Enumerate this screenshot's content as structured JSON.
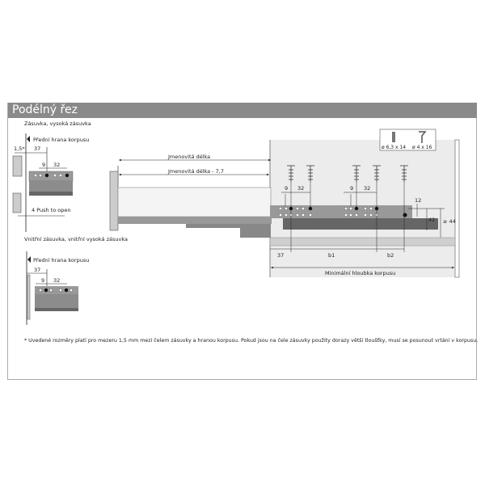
{
  "title": "Podélný řez",
  "section1": {
    "title": "Zásuvka, vysoká zásuvka",
    "front_edge": "Přední hrana korpusu",
    "gap": "1,5*",
    "d37": "37",
    "d9": "9",
    "d32": "32",
    "push": "4 Push to open"
  },
  "section2": {
    "title": "Vnitřní zásuvka, vnitřní vysoká zásuvka",
    "front_edge": "Přední hrana korpusu",
    "d37": "37",
    "d9": "9",
    "d32": "32"
  },
  "main": {
    "nominal": "Jmenovitá délka",
    "nominal_minus": "Jmenovitá délka - 7,7",
    "screw1": "ø 6,3 x 14",
    "screw2": "ø 4 x 16",
    "d9a": "9",
    "d32a": "32",
    "d9b": "9",
    "d32b": "32",
    "d12": "12",
    "d42": "42",
    "d44": "≥ 44",
    "d37": "37",
    "b1": "b1",
    "b2": "b2",
    "min_depth": "Minimální hloubka korpusu"
  },
  "footnote": "* Uvedené rozměry platí pro mezeru 1,5 mm mezi čelem zásuvky a hranou korpusu. Pokud  jsou na čele zásuvky použity dorazy větší tloušťky, musí se posunout vrtání v korpusu."
}
